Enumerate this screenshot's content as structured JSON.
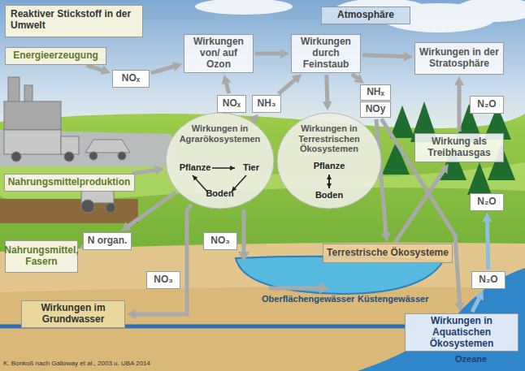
{
  "diagram": {
    "title": "Reaktiver Stickstoff in der Umwelt",
    "nodes": [
      {
        "text": [
          "Atmosphäre"
        ]
      },
      {
        "text": [
          "Energieerzeugung"
        ]
      },
      {
        "text": [
          "NOₓ"
        ]
      },
      {
        "text": [
          "Wirkungen von/ auf Ozon"
        ]
      },
      {
        "text": [
          "Wirkungen durch Feinstaub"
        ]
      },
      {
        "text": [
          "Wirkungen in der Stratosphäre"
        ]
      },
      {
        "text": [
          "NOₓ"
        ]
      },
      {
        "text": [
          "NH₃"
        ]
      },
      {
        "text": [
          "NHₓ"
        ]
      },
      {
        "text": [
          "NOy"
        ]
      },
      {
        "text": [
          "N₂O"
        ]
      },
      {
        "text": [
          "Wirkung als Treibhausgas"
        ]
      },
      {
        "text": [
          "Wirkungen in Agrarökosystemen",
          "Pflanze",
          "Tier",
          "Boden"
        ]
      },
      {
        "text": [
          "Wirkungen in Terrestrischen Ökosystemen",
          "Pflanze",
          "Boden"
        ]
      },
      {
        "text": [
          "Nahrungsmittelproduktion"
        ]
      },
      {
        "text": [
          "N organ."
        ]
      },
      {
        "text": [
          "NO₃"
        ]
      },
      {
        "text": [
          "NO₃"
        ]
      },
      {
        "text": [
          "Nahrungsmittel, Fasern"
        ]
      },
      {
        "text": [
          "Terrestrische Ökosysteme"
        ]
      },
      {
        "text": [
          "N₂O"
        ]
      },
      {
        "text": [
          "N₂O"
        ]
      },
      {
        "text": [
          "Wirkungen im Grundwasser"
        ]
      },
      {
        "text": [
          "Wirkungen in Aquatischen Ökosystemen"
        ]
      }
    ],
    "edges": [
      {
        "from": 1,
        "to": 2,
        "arrow": "to"
      },
      {
        "from": 2,
        "to": 3,
        "arrow": "to"
      },
      {
        "from": 3,
        "to": 4,
        "arrow": "to"
      },
      {
        "from": 4,
        "to": 5,
        "arrow": "to"
      },
      {
        "from": 12,
        "to": 6,
        "arrow": "to"
      },
      {
        "from": 6,
        "to": 3,
        "arrow": "to"
      },
      {
        "from": 12,
        "to": 7,
        "arrow": "to"
      },
      {
        "from": 7,
        "to": 4,
        "arrow": "to"
      },
      {
        "from": 4,
        "to": 13,
        "arrow": "to"
      },
      {
        "from": 4,
        "to": 8,
        "arrow": "to"
      },
      {
        "from": 9,
        "to": 19,
        "arrow": "to"
      },
      {
        "from": 9,
        "to": 23,
        "arrow": "to"
      },
      {
        "from": 14,
        "to": 12,
        "arrow": "to"
      },
      {
        "from": 12,
        "to": 15,
        "arrow": "to"
      },
      {
        "from": 15,
        "to": 18,
        "arrow": "to"
      },
      {
        "from": 12,
        "to": 22,
        "arrow": "to"
      },
      {
        "from": 19,
        "to": 11,
        "arrow": "to"
      },
      {
        "from": 11,
        "to": 5,
        "arrow": "to"
      },
      {
        "from": 23,
        "to": 21,
        "arrow": "to"
      },
      {
        "from": 21,
        "to": 20,
        "arrow": "to"
      }
    ],
    "labels": [
      "Oberflächengewässer",
      "Küstengewässer",
      "Ozeane",
      "K. Bonkoß nach Galloway et al., 2003 u. UBA 2014"
    ]
  }
}
